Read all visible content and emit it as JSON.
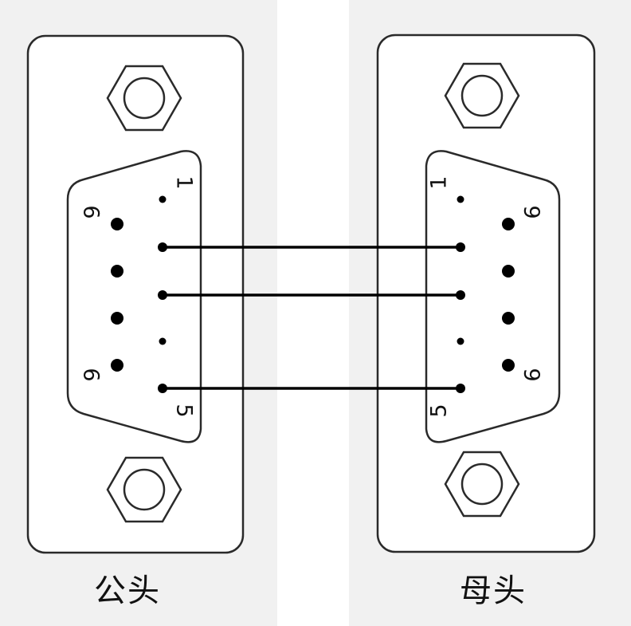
{
  "connectors": {
    "male": {
      "caption": "公头",
      "pin_labels": {
        "pin1": "1",
        "pin6_top": "6",
        "pin6_bottom": "6",
        "pin5": "5"
      }
    },
    "female": {
      "caption": "母头",
      "pin_labels": {
        "pin1": "1",
        "pin6_top": "6",
        "pin6_bottom": "6",
        "pin5": "5"
      }
    }
  },
  "colors": {
    "panel_background": "#f1f1f1",
    "outline": "#2a2a2a",
    "wire": "#000000",
    "pin": "#000000"
  }
}
